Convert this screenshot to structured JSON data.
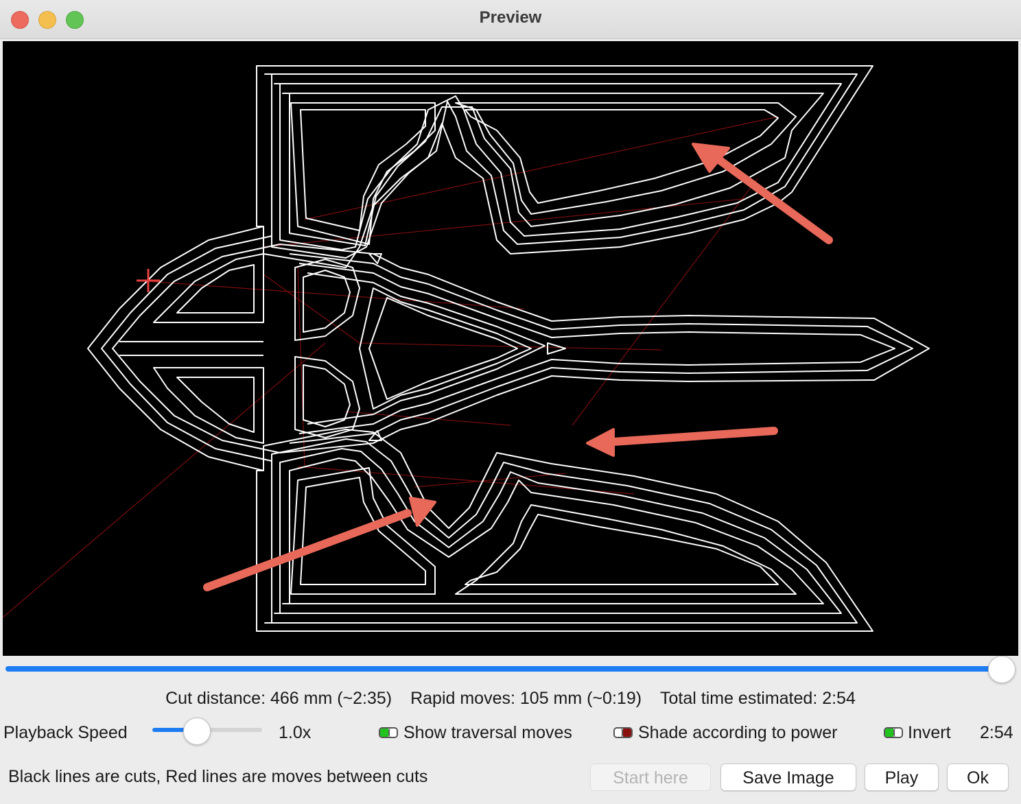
{
  "window": {
    "title": "Preview"
  },
  "colors": {
    "accent": "#1d7cf2",
    "toggle_on": "#22c31f",
    "toggle_power": "#8a1010",
    "annotation_arrow": "#e8695a",
    "traversal_line": "#8a1010",
    "cut_line": "#ffffff"
  },
  "preview": {
    "progress_fraction": 1.0
  },
  "stats": {
    "cut_distance": "Cut distance: 466 mm (~2:35)",
    "rapid_moves": "Rapid moves: 105 mm (~0:19)",
    "total_time": "Total time estimated: 2:54"
  },
  "playback": {
    "label": "Playback Speed",
    "speed_fraction": 0.4,
    "speed_value": "1.0x"
  },
  "options": {
    "show_traversal": {
      "label": "Show traversal moves",
      "checked": true
    },
    "shade_power": {
      "label": "Shade according to power",
      "checked": true
    },
    "invert": {
      "label": "Invert",
      "checked": true
    }
  },
  "time_readout": "2:54",
  "footer": {
    "legend": "Black lines are cuts, Red lines are moves between cuts",
    "start_here": "Start here",
    "save_image": "Save Image",
    "play": "Play",
    "ok": "Ok"
  }
}
